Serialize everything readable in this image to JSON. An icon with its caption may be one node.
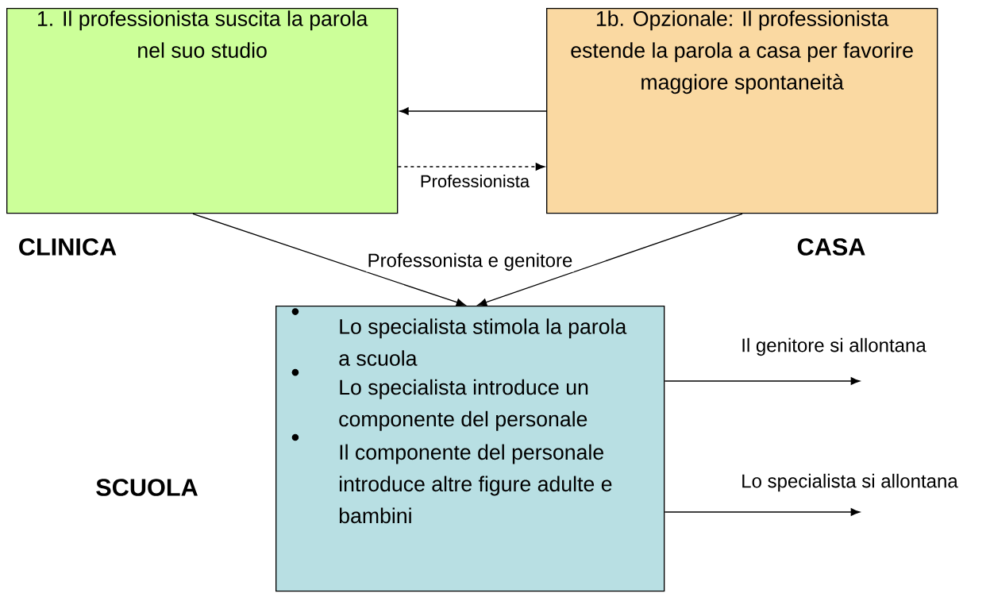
{
  "diagram": {
    "nodes": [
      {
        "text": [
          "1. Il professionista suscita la parola nel suo studio"
        ]
      },
      {
        "text": [
          "1b. Opzionale: Il professionista estende la parola a casa per favorire maggiore spontaneità"
        ]
      },
      {
        "text": [
          "Lo specialista stimola la parola a scuola",
          "Lo specialista introduce un componente del personale",
          "Il componente del personale introduce altre figure adulte e bambini"
        ]
      }
    ],
    "edges": [
      {
        "from": 1,
        "to": 0,
        "arrow": "to"
      },
      {
        "from": 0,
        "to": 1,
        "arrow": "to",
        "style": "dashed",
        "label": "Professionista"
      },
      {
        "from": 0,
        "to": 2,
        "arrow": "to",
        "label": "Professonista e genitore"
      },
      {
        "from": 1,
        "to": 2,
        "arrow": "to"
      },
      {
        "from": 2,
        "to": null,
        "arrow": "to",
        "label": "Il genitore si allontana"
      },
      {
        "from": 2,
        "to": null,
        "arrow": "to",
        "label": "Lo specialista si allontana"
      }
    ],
    "labels": [
      "CLINICA",
      "CASA",
      "SCUOLA"
    ]
  }
}
